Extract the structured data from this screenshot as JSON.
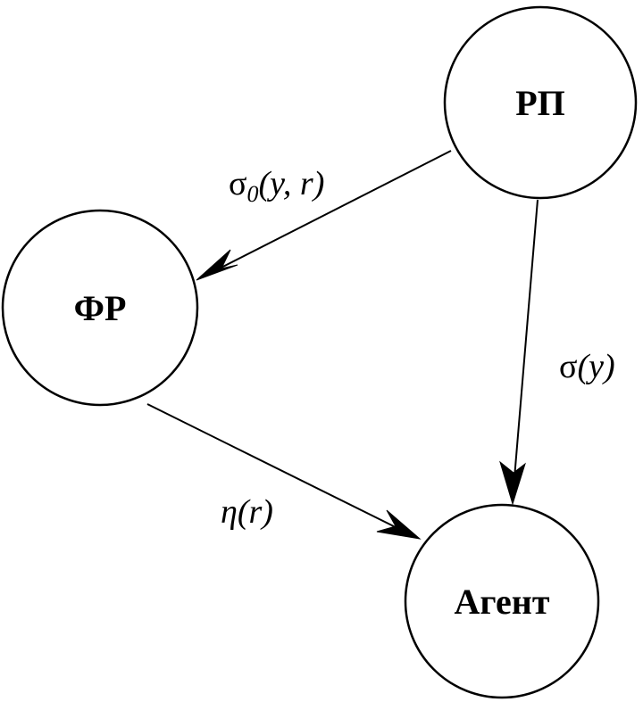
{
  "nodes": {
    "rp": {
      "label": "РП"
    },
    "fr": {
      "label": "ФР"
    },
    "agent": {
      "label": "Агент"
    }
  },
  "edges": {
    "rp_to_fr": {
      "label": "σ0(y, r)",
      "symbol": "σ",
      "subscript": "0",
      "args": "(y, r)"
    },
    "rp_to_agent": {
      "label": "σ(y)",
      "symbol": "σ",
      "args": "(y)"
    },
    "fr_to_agent": {
      "label": "η(r)",
      "symbol": "η",
      "args": "(r)"
    }
  }
}
